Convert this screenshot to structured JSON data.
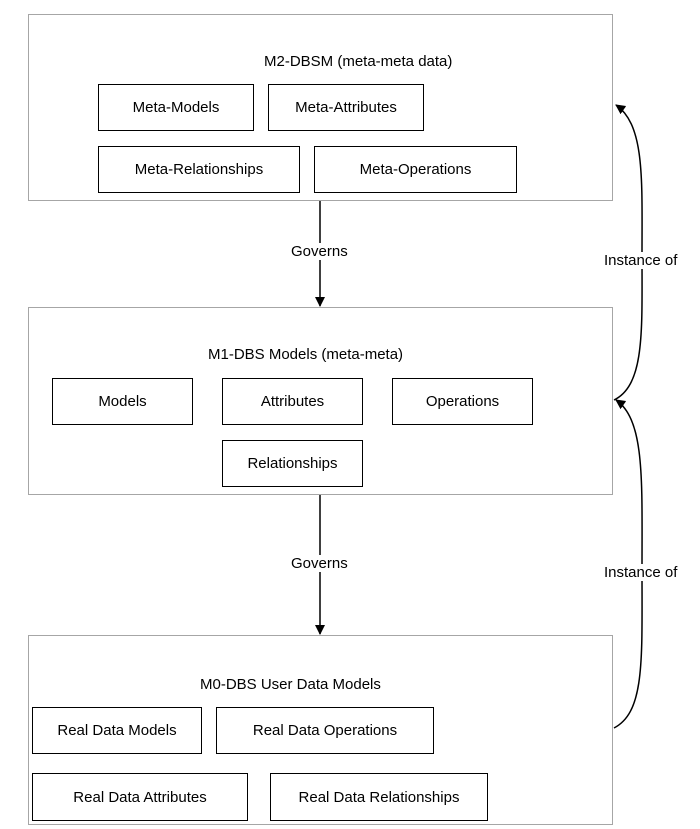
{
  "m2": {
    "title": "M2-DBSM (meta-meta data)",
    "boxes": [
      "Meta-Models",
      "Meta-Attributes",
      "Meta-Relationships",
      "Meta-Operations"
    ]
  },
  "m1": {
    "title": "M1-DBS Models (meta-meta)",
    "boxes": [
      "Models",
      "Attributes",
      "Operations",
      "Relationships"
    ]
  },
  "m0": {
    "title": "M0-DBS User Data Models",
    "boxes": [
      "Real Data Models",
      "Real Data Operations",
      "Real Data Attributes",
      "Real Data Relationships"
    ]
  },
  "edges": {
    "governs_top": "Governs",
    "governs_bottom": "Governs",
    "instance_top": "Instance of",
    "instance_bottom": "Instance of"
  }
}
